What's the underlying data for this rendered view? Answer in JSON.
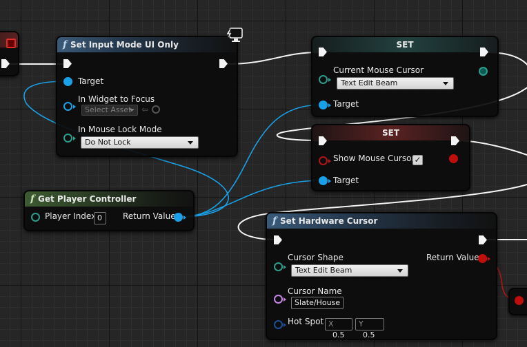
{
  "nodes": {
    "set_input_mode": {
      "title": "Set Input Mode UI Only",
      "pins": {
        "target": "Target",
        "widget_to_focus": "In Widget to Focus",
        "mouse_lock_mode": "In Mouse Lock Mode"
      },
      "widget_to_focus_value": "Select Asset",
      "mouse_lock_mode_value": "Do Not Lock"
    },
    "set_mouse_cursor": {
      "title": "SET",
      "pins": {
        "current_mouse_cursor": "Current Mouse Cursor",
        "target": "Target"
      },
      "current_mouse_cursor_value": "Text Edit Beam"
    },
    "set_show_cursor": {
      "title": "SET",
      "pins": {
        "show_mouse_cursor": "Show Mouse Cursor",
        "target": "Target"
      },
      "show_mouse_cursor_value": "✓"
    },
    "get_player_controller": {
      "title": "Get Player Controller",
      "pins": {
        "player_index": "Player Index",
        "return_value": "Return Value"
      },
      "player_index_value": "0"
    },
    "set_hardware_cursor": {
      "title": "Set Hardware Cursor",
      "pins": {
        "cursor_shape": "Cursor Shape",
        "cursor_name": "Cursor Name",
        "hot_spot": "Hot Spot",
        "return_value": "Return Value"
      },
      "cursor_shape_value": "Text Edit Beam",
      "cursor_name_value": "Slate/House",
      "hot_spot": {
        "x_label": "X",
        "x_value": "0.5",
        "y_label": "Y",
        "y_value": "0.5"
      }
    }
  },
  "colors": {
    "exec_wire": "#f4f4f4",
    "object_wire": "#1aa0e6",
    "bool_wire": "#b31515",
    "enum_pin": "#2c9e8c",
    "string_pin": "#c887e6",
    "grid_bg": "#262626"
  },
  "icons": {
    "node_function": "function-f-icon",
    "client_only": "monitor-lightning-icon"
  }
}
